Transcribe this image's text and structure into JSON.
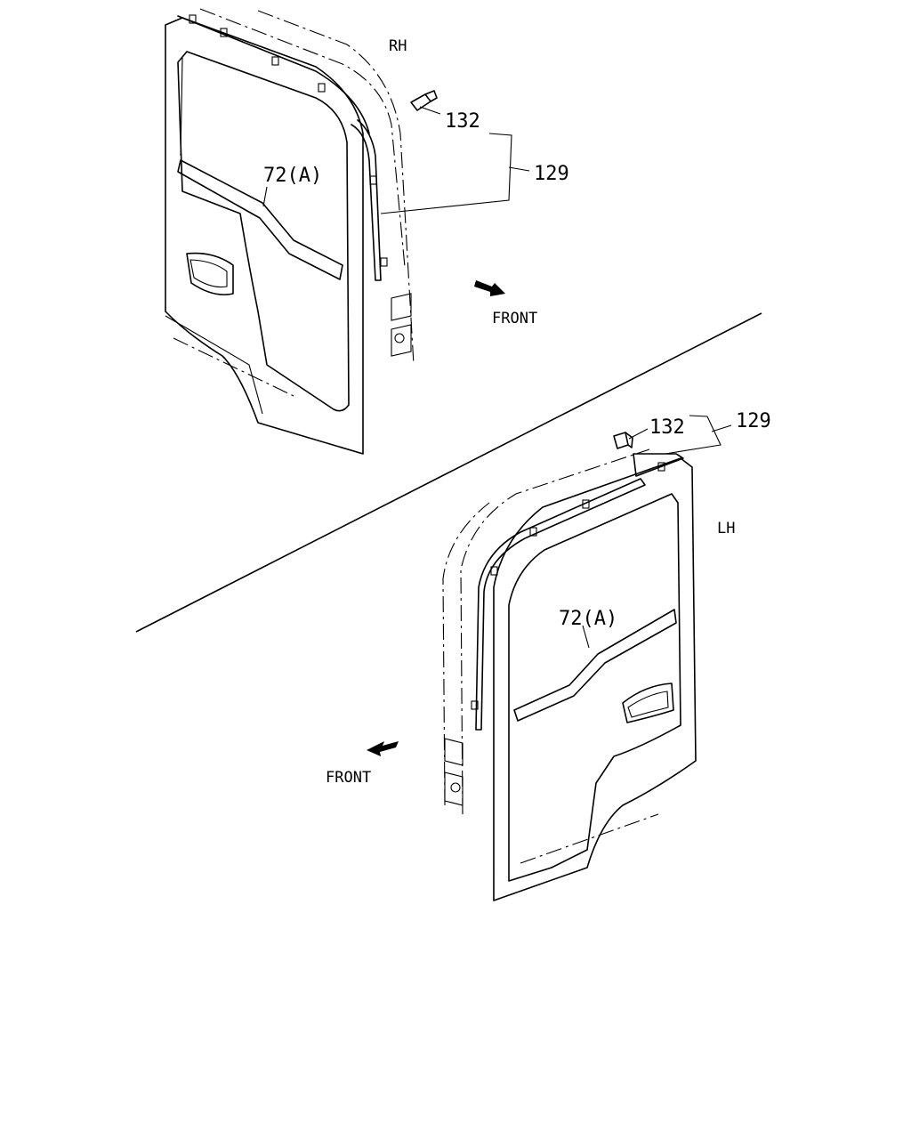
{
  "rh": {
    "side": "RH",
    "callout_132": "132",
    "callout_129": "129",
    "callout_72": "72(A)",
    "front": "FRONT"
  },
  "lh": {
    "side": "LH",
    "callout_132": "132",
    "callout_129": "129",
    "callout_72": "72(A)",
    "front": "FRONT"
  }
}
